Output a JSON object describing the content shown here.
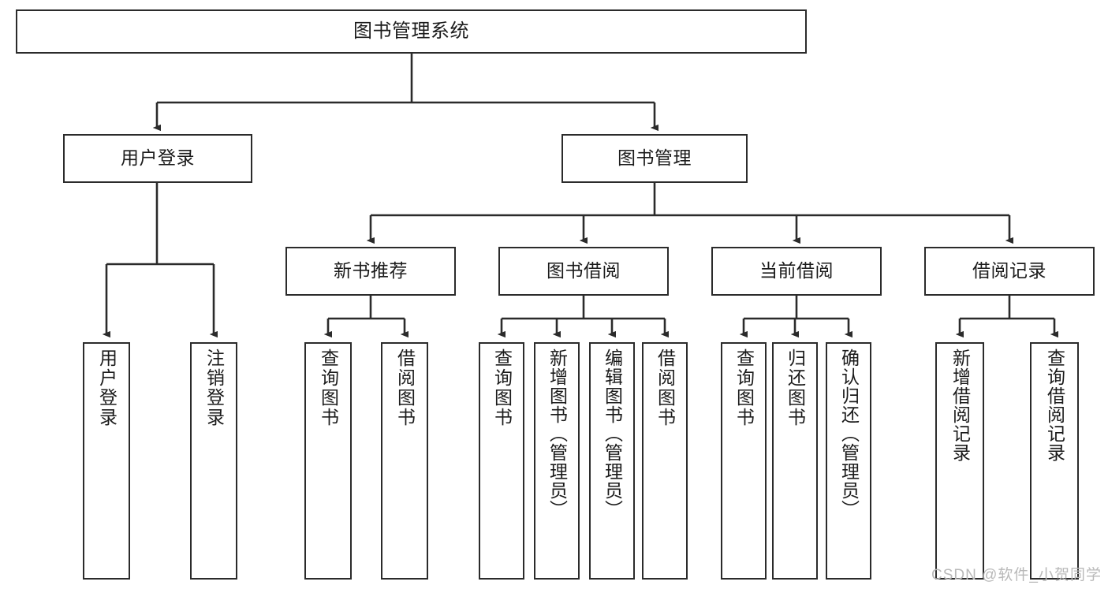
{
  "diagram": {
    "title": "图书管理系统",
    "stroke_color": "#2b2b2b",
    "background_color": "#ffffff",
    "text_color": "#1b1b1b"
  },
  "root": {
    "label": "图书管理系统"
  },
  "level2": [
    {
      "id": "user-login",
      "label": "用户登录"
    },
    {
      "id": "book-manage",
      "label": "图书管理"
    }
  ],
  "level3": [
    {
      "id": "new-book-recommend",
      "label": "新书推荐"
    },
    {
      "id": "book-borrow",
      "label": "图书借阅"
    },
    {
      "id": "current-borrow",
      "label": "当前借阅"
    },
    {
      "id": "borrow-record",
      "label": "借阅记录"
    }
  ],
  "leaves": {
    "user_login": [
      {
        "id": "leaf-user-login",
        "label": "用户登录"
      },
      {
        "id": "leaf-logout-login",
        "label": "注销登录"
      }
    ],
    "new_book_recommend": [
      {
        "id": "leaf-query-book-1",
        "label": "查询图书"
      },
      {
        "id": "leaf-borrow-book-1",
        "label": "借阅图书"
      }
    ],
    "book_borrow": [
      {
        "id": "leaf-query-book-2",
        "label": "查询图书"
      },
      {
        "id": "leaf-add-book",
        "label": "新增图书（管理员）"
      },
      {
        "id": "leaf-edit-book",
        "label": "编辑图书（管理员）"
      },
      {
        "id": "leaf-borrow-book-2",
        "label": "借阅图书"
      }
    ],
    "current_borrow": [
      {
        "id": "leaf-query-book-3",
        "label": "查询图书"
      },
      {
        "id": "leaf-return-book",
        "label": "归还图书"
      },
      {
        "id": "leaf-confirm-return",
        "label": "确认归还（管理员）"
      }
    ],
    "borrow_record": [
      {
        "id": "leaf-add-record",
        "label": "新增借阅记录"
      },
      {
        "id": "leaf-query-record",
        "label": "查询借阅记录"
      }
    ]
  },
  "watermark": {
    "text": "CSDN @软件_小贺同学"
  }
}
